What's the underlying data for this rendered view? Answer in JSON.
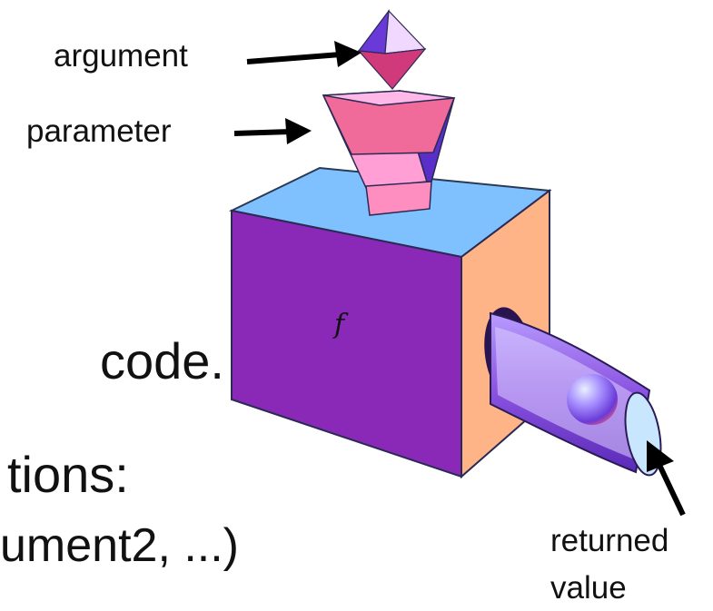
{
  "labels": {
    "argument": "argument",
    "parameter": "parameter",
    "returned_line1": "returned",
    "returned_line2": "value",
    "function_symbol": "f"
  },
  "body_text": {
    "line1": "code.",
    "line2": "tions:",
    "line3": "ument2, ...)"
  },
  "colors": {
    "box_front": "#8a2be2",
    "box_top": "#7fc0ff",
    "box_side": "#ffb48a",
    "funnel": "#ff8fd0",
    "octahedron_top": "#e8c8ff",
    "octahedron_bottom": "#d03a7a",
    "arrow": "#000000"
  }
}
